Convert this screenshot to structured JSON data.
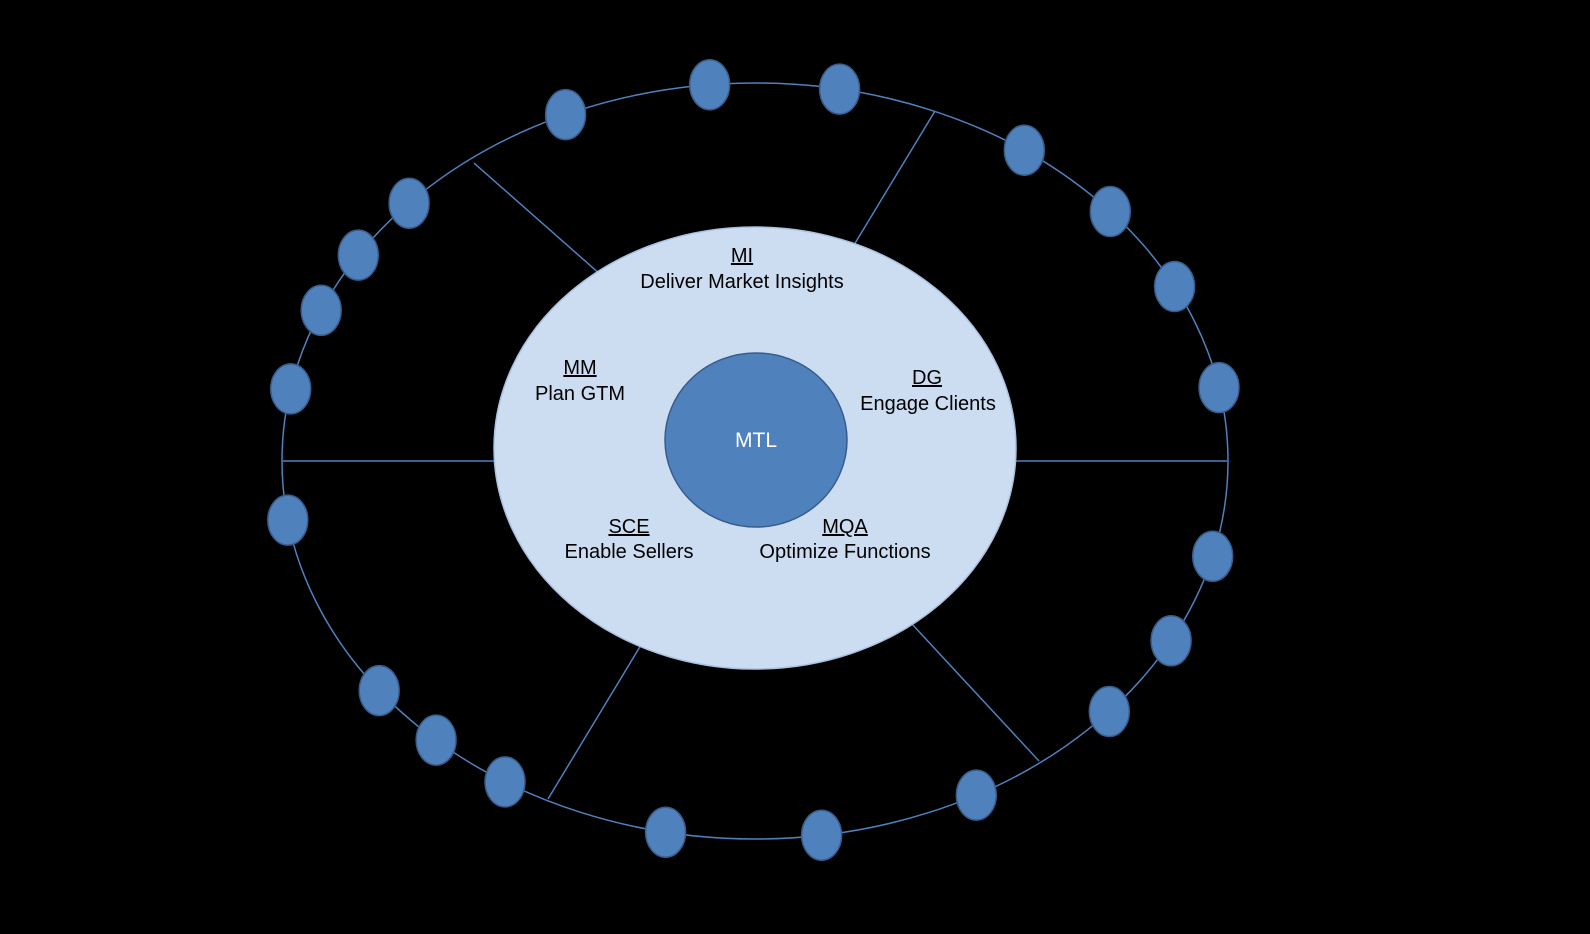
{
  "diagram": {
    "hub": {
      "label": "MTL"
    },
    "segments": [
      {
        "code": "MI",
        "label": "Deliver Market Insights"
      },
      {
        "code": "MM",
        "label": "Plan GTM"
      },
      {
        "code": "DG",
        "label": "Engage Clients"
      },
      {
        "code": "SCE",
        "label": "Enable Sellers"
      },
      {
        "code": "MQA",
        "label": "Optimize Functions"
      }
    ],
    "colors": {
      "background": "#000000",
      "ring_stroke": "#4f81bd",
      "node_fill": "#4f81bd",
      "node_stroke": "#385d8a",
      "inner_fill": "#ccdcf1",
      "inner_stroke": "#a9c2e0",
      "hub_fill": "#4f81bd",
      "hub_stroke": "#385d8a",
      "label_color": "#000000",
      "hub_label_color": "#ffffff"
    }
  }
}
